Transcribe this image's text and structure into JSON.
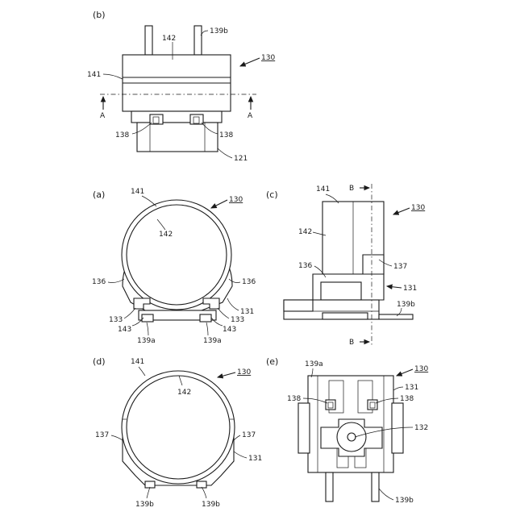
{
  "panels": {
    "b": {
      "label": "(b)",
      "labels": {
        "l130": "130",
        "l139b": "139b",
        "l142": "142",
        "l141": "141",
        "lA1": "A",
        "lA2": "A",
        "l138a": "138",
        "l138b": "138",
        "l121": "121"
      }
    },
    "a": {
      "label": "(a)",
      "labels": {
        "l141": "141",
        "l130": "130",
        "l142": "142",
        "l136a": "136",
        "l136b": "136",
        "l131": "131",
        "l133a": "133",
        "l133b": "133",
        "l143a": "143",
        "l143b": "143",
        "l139a1": "139a",
        "l139a2": "139a"
      }
    },
    "c": {
      "label": "(c)",
      "labels": {
        "l141": "141",
        "lB1": "B",
        "lB2": "B",
        "l130": "130",
        "l142": "142",
        "l136": "136",
        "l137": "137",
        "l131": "131",
        "l139b": "139b"
      }
    },
    "d": {
      "label": "(d)",
      "labels": {
        "l141": "141",
        "l130": "130",
        "l142": "142",
        "l137a": "137",
        "l137b": "137",
        "l131": "131",
        "l139b1": "139b",
        "l139b2": "139b"
      }
    },
    "e": {
      "label": "(e)",
      "labels": {
        "l139a": "139a",
        "l130": "130",
        "l131": "131",
        "l138a": "138",
        "l138b": "138",
        "l132": "132",
        "l139b": "139b"
      }
    }
  }
}
